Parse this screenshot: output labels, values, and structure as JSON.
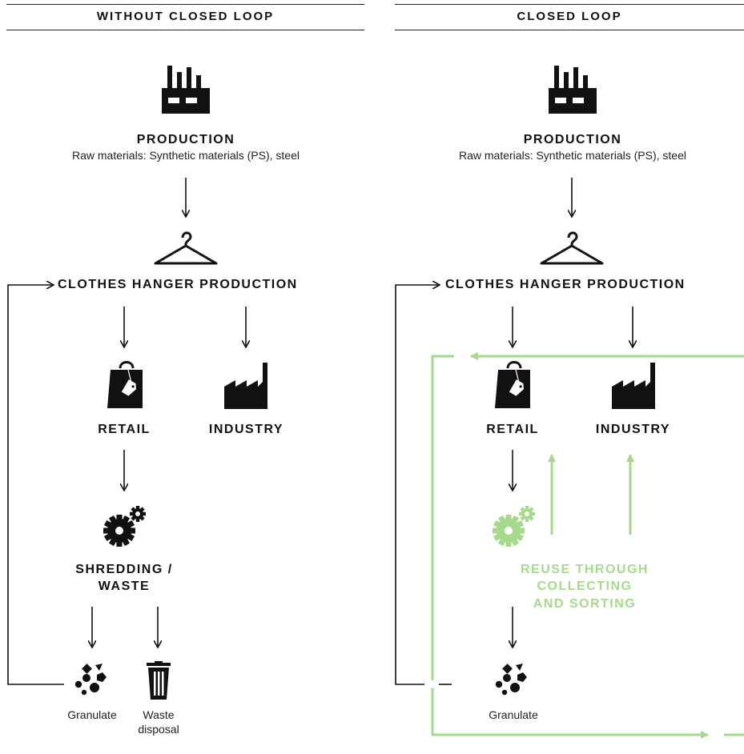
{
  "left": {
    "title": "WITHOUT CLOSED LOOP",
    "production": "PRODUCTION",
    "raw_materials": "Raw materials: Synthetic materials (PS), steel",
    "hanger_production": "CLOTHES HANGER PRODUCTION",
    "retail": "RETAIL",
    "industry": "INDUSTRY",
    "shredding_line1": "SHREDDING /",
    "shredding_line2": "WASTE",
    "granulate": "Granulate",
    "waste_disposal_line1": "Waste",
    "waste_disposal_line2": "disposal"
  },
  "right": {
    "title": "CLOSED LOOP",
    "production": "PRODUCTION",
    "raw_materials": "Raw materials: Synthetic materials (PS), steel",
    "hanger_production": "CLOTHES HANGER PRODUCTION",
    "retail": "RETAIL",
    "industry": "INDUSTRY",
    "reuse_line1": "REUSE THROUGH",
    "reuse_line2": "COLLECTING",
    "reuse_line3": "AND SORTING",
    "granulate": "Granulate"
  },
  "colors": {
    "ink": "#111111",
    "accent_green": "#a6d98e"
  },
  "icons": [
    "factory-icon",
    "hanger-icon",
    "shopping-bag-icon",
    "industry-icon",
    "gears-icon",
    "granulate-icon",
    "trash-can-icon"
  ]
}
